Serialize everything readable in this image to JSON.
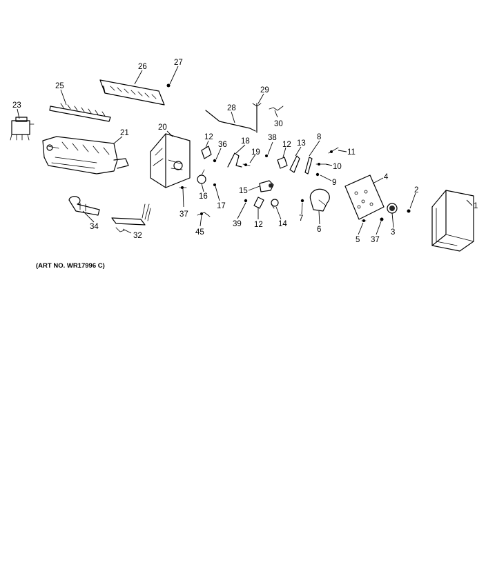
{
  "art_number": "(ART NO. WR17996 C)",
  "callouts": {
    "c26": "26",
    "c27": "27",
    "c25": "25",
    "c23": "23",
    "c21": "21",
    "c28": "28",
    "c29": "29",
    "c30": "30",
    "c20": "20",
    "c12a": "12",
    "c36": "36",
    "c18": "18",
    "c19": "19",
    "c38": "38",
    "c12b": "12",
    "c13": "13",
    "c8": "8",
    "c11": "11",
    "c10": "10",
    "c9": "9",
    "c4": "4",
    "c2": "2",
    "c1": "1",
    "c16": "16",
    "c17": "17",
    "c37a": "37",
    "c15": "15",
    "c39": "39",
    "c12c": "12",
    "c14": "14",
    "c7": "7",
    "c6": "6",
    "c5": "5",
    "c37b": "37",
    "c3": "3",
    "c34": "34",
    "c32": "32",
    "c45": "45"
  }
}
